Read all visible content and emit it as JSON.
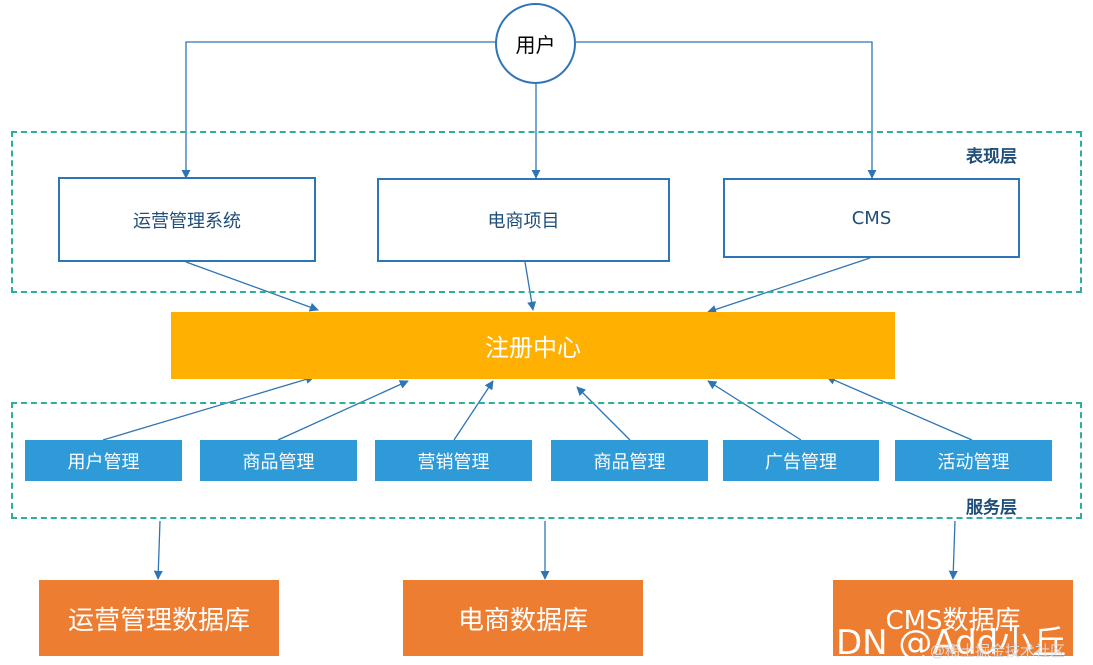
{
  "user": {
    "label": "用户"
  },
  "presentation_layer": {
    "label": "表现层",
    "apps": [
      "运营管理系统",
      "电商项目",
      "CMS"
    ]
  },
  "registry": {
    "label": "注册中心"
  },
  "service_layer": {
    "label": "服务层",
    "services": [
      "用户管理",
      "商品管理",
      "营销管理",
      "商品管理",
      "广告管理",
      "活动管理"
    ]
  },
  "databases": [
    "运营管理数据库",
    "电商数据库",
    "CMS数据库"
  ],
  "watermark": {
    "main": "DN @Add小丘",
    "sub": "@稀土掘金技术社区"
  },
  "colors": {
    "arrow": "#2E75B6",
    "layer_border": "#2EAE9C",
    "registry": "#FFB000",
    "service": "#2E9AD8",
    "database": "#ED7D31"
  }
}
